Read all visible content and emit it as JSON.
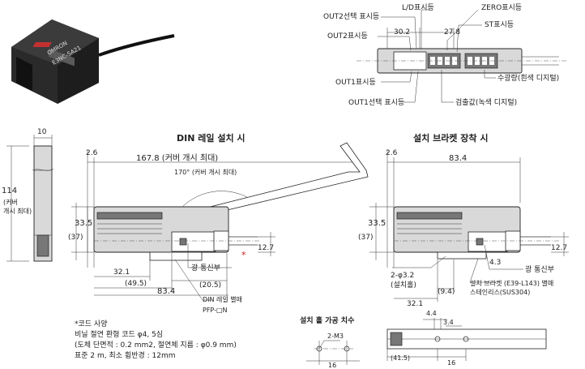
{
  "product_photo": {
    "brand_text": "OMRON",
    "model_text": "E3NC-SA21"
  },
  "top_view": {
    "callouts": {
      "ld": "L/D표시등",
      "zero": "ZERO표시등",
      "out2_select": "OUT2선택 표시등",
      "st": "ST표시등",
      "out2": "OUT2표시등",
      "light_rx": "수광량(흰색 디지털)",
      "out1": "OUT1표시등",
      "out1_select": "OUT1선택 표시등",
      "threshold": "검출값(녹색 디지털)"
    },
    "dims": {
      "d1": "30.2",
      "d2": "27.8"
    }
  },
  "side_view": {
    "width": "10",
    "height": "114",
    "height_note_1": "(커버",
    "height_note_2": "개시 최대)"
  },
  "din_view": {
    "title": "DIN 레일 설치 시",
    "length": "167.8 (커버 개시 최대)",
    "left_offset": "2.6",
    "angle": "170° (커버 개시 최대)",
    "height": "33.5",
    "height_paren": "(37)",
    "cable_h": "12.7",
    "dim_a": "32.1",
    "dim_b": "(49.5)",
    "dim_c": "(20.5)",
    "total": "83.4",
    "light_label": "광 통신부",
    "rail_label": "DIN 레일 별매",
    "rail_model": "PFP-□N"
  },
  "bracket_view": {
    "title": "설치 브라켓 장착 시",
    "left_offset": "2.6",
    "length": "83.4",
    "height": "33.5",
    "height_paren": "(37)",
    "cable_h": "12.7",
    "hole": "2-φ3.2",
    "hole_note": "(설치홀)",
    "dim_a": "4.3",
    "light_label": "광 통신부",
    "dim_b": "(9.4)",
    "dim_c": "32.1",
    "bracket_label_1": "설치 브라켓 (E39-L143) 별매",
    "bracket_label_2": "스테인리스(SUS304)"
  },
  "hole_view": {
    "title": "설치 홀 가공 치수",
    "thread": "2-M3",
    "spacing": "16"
  },
  "bracket_small": {
    "d1": "4.4",
    "d2": "3.4",
    "d3": "(41.5)",
    "d4": "16"
  },
  "cord_spec": {
    "title": "*코드 사양",
    "line1": "비닐 절연 환형 코드 φ4, 5심",
    "line2": "(도체 단면적 : 0.2 mm2, 절연체 지름 : φ0.9 mm)",
    "line3": "표준 2 m, 최소 휨반경 : 12mm"
  },
  "colors": {
    "line": "#333333",
    "body_fill": "#d9d9d9",
    "mark_red": "#d11a1a"
  }
}
